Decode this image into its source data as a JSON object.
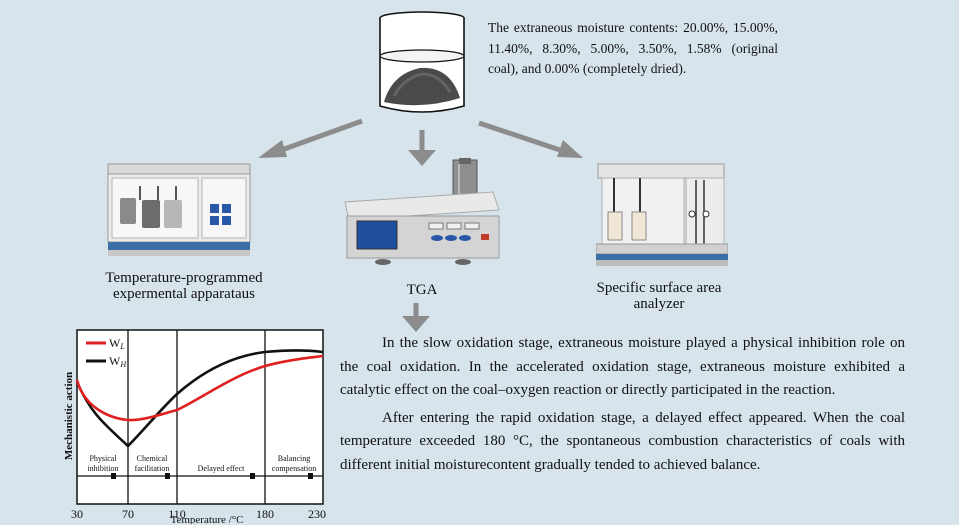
{
  "moisture_text": "The extraneous moisture contents: 20.00%, 15.00%, 11.40%, 8.30%, 5.00%, 3.50%, 1.58% (original coal), and 0.00% (completely dried).",
  "captions": {
    "left_line1": "Temperature-programmed",
    "left_line2": "expermental apparataus",
    "center": "TGA",
    "right_line1": "Specific surface  area",
    "right_line2": "analyzer"
  },
  "paragraphs": [
    "In the slow oxidation stage, extraneous moisture played a physical inhibition role on the coal oxidation. In the accelerated oxidation stage, extraneous moisture exhibited a catalytic effect on the coal–oxygen reaction or directly participated in the reaction.",
    "After entering the rapid oxidation stage, a delayed effect appeared. When the coal temperature exceeded 180 °C, the spontaneous combustion characteristics of coals with different initial moisturecontent gradually tended to achieved balance."
  ],
  "chart": {
    "ylabel": "Mechanistic action",
    "xlabel": "Temperature /°C",
    "legend": [
      {
        "name": "W",
        "sub": "L",
        "color": "#e02020"
      },
      {
        "name": "W",
        "sub": "H",
        "color": "#111111"
      }
    ],
    "stages": [
      {
        "l1": "Physical",
        "l2": "inhibition"
      },
      {
        "l1": "Chemical",
        "l2": "facilitation"
      },
      {
        "l1": "Delayed effect",
        "l2": ""
      },
      {
        "l1": "Balancing",
        "l2": "compensation"
      }
    ],
    "xticks": [
      "30",
      "70",
      "110",
      "180",
      "230"
    ]
  },
  "colors": {
    "background": "#d7e4ec",
    "arrow": "#8c8c8c",
    "curve_low": "#e02020",
    "curve_high": "#111111"
  }
}
